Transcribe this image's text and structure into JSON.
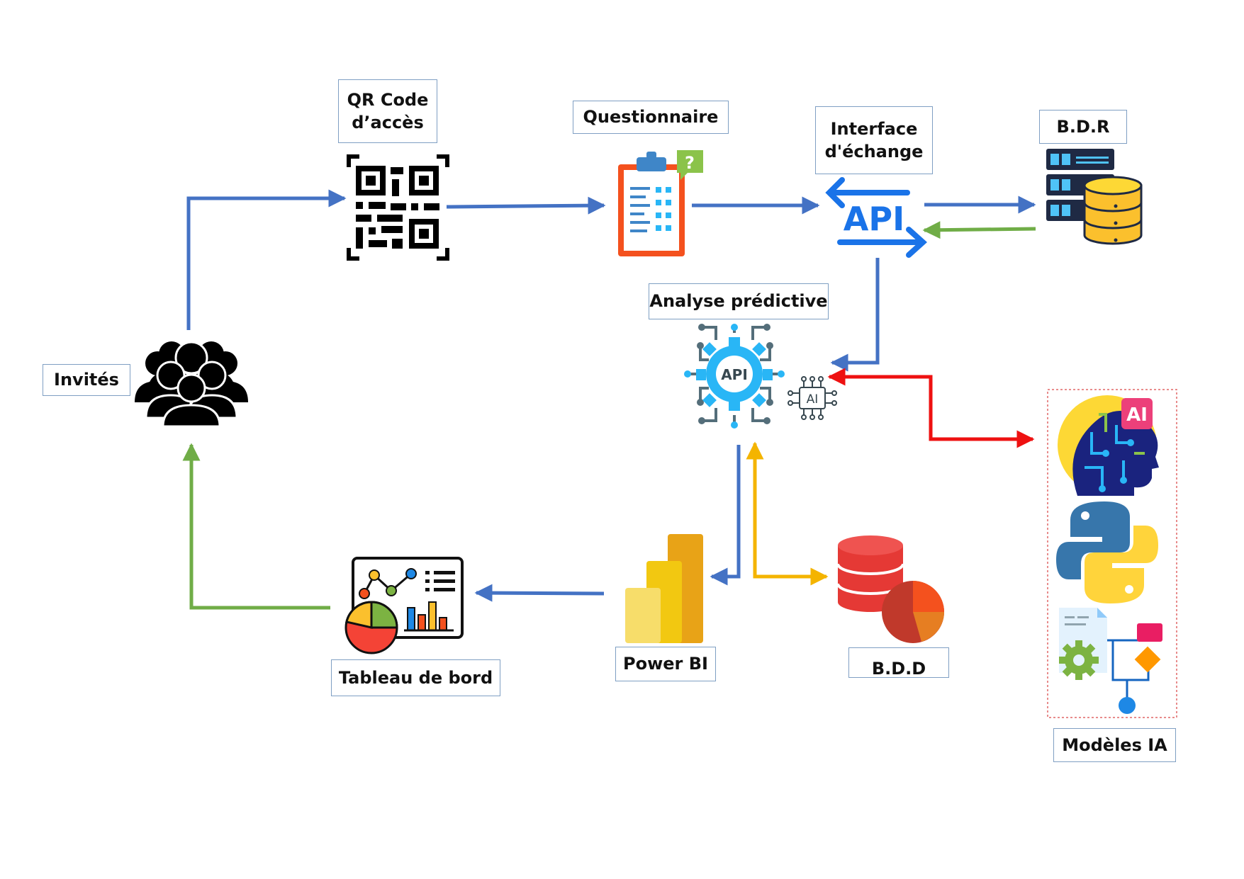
{
  "nodes": {
    "invites": {
      "label": "Invités"
    },
    "qr_code": {
      "label_line1": "QR Code",
      "label_line2": "d’accès"
    },
    "questionnaire": {
      "label": "Questionnaire",
      "badge": "?"
    },
    "interface": {
      "label_line1": "Interface",
      "label_line2": "d'échange",
      "icon_text": "API"
    },
    "bdr": {
      "label": "B.D.R"
    },
    "analyse": {
      "label": "Analyse prédictive",
      "gear_text": "API",
      "chip_text": "AI"
    },
    "modeles": {
      "label": "Modèles IA",
      "brain_badge": "AI"
    },
    "powerbi": {
      "label": "Power BI"
    },
    "bdd": {
      "label": "B.D.D"
    },
    "tableau": {
      "label": "Tableau de bord"
    }
  },
  "colors": {
    "blue_arrow": "#4472c4",
    "green_arrow": "#70ad47",
    "red_arrow": "#ee1111",
    "yellow_arrow": "#f4b400",
    "label_border": "#7f9fc3",
    "models_border": "#e06666"
  },
  "icons": {
    "invites": "people-group-icon",
    "qr_code": "qr-code-icon",
    "questionnaire": "clipboard-question-icon",
    "interface": "api-exchange-icon",
    "bdr": "server-database-icon",
    "analyse": "api-gear-ai-icon",
    "modeles": [
      "ai-brain-icon",
      "python-icon",
      "workflow-gear-icon"
    ],
    "powerbi": "powerbi-logo-icon",
    "bdd": "database-pie-icon",
    "tableau": "dashboard-chart-icon"
  }
}
